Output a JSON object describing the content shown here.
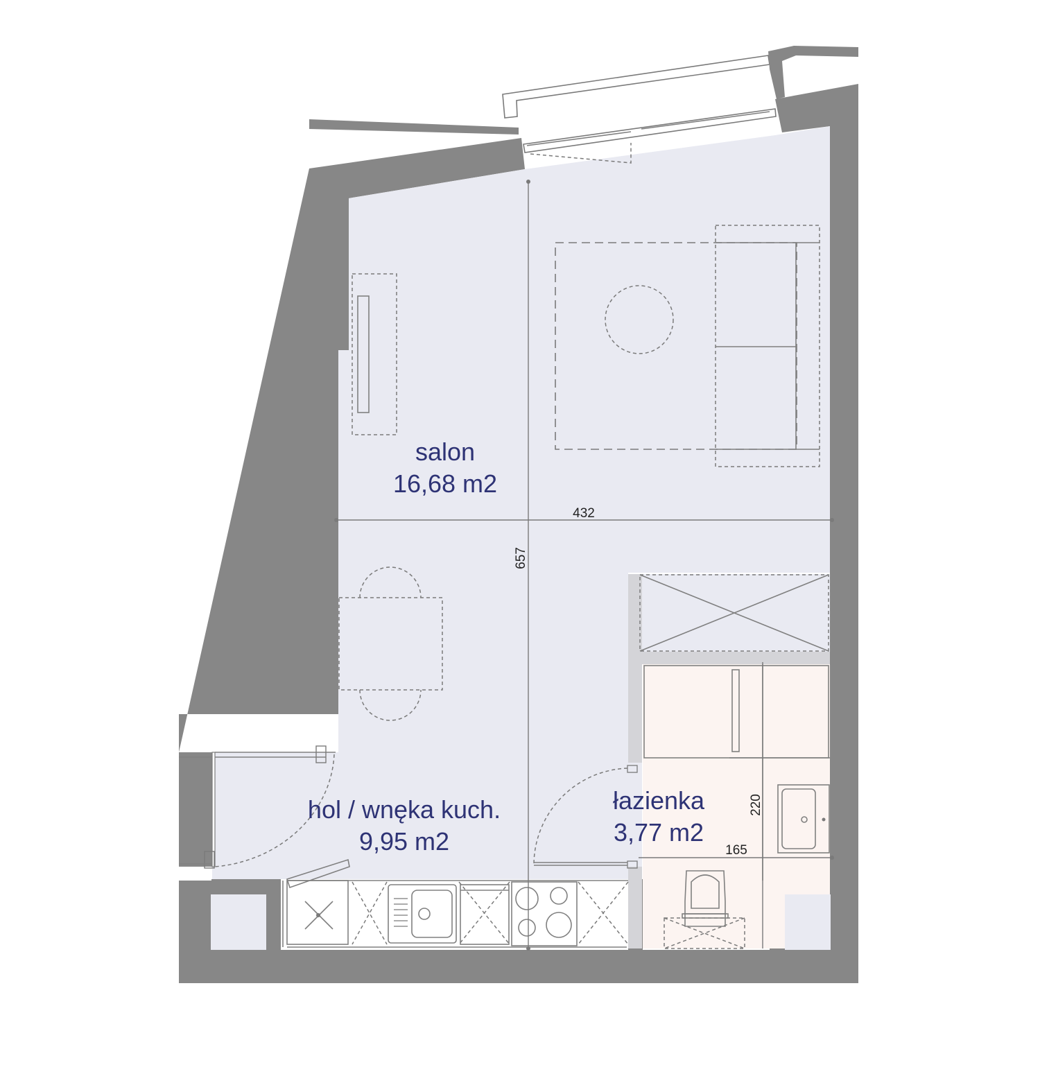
{
  "rooms": [
    {
      "name": "salon",
      "area": "16,68 m2"
    },
    {
      "name": "hol / wnęka kuch.",
      "area": "9,95 m2"
    },
    {
      "name": "łazienka",
      "area": "3,77 m2"
    }
  ],
  "dimensions": {
    "width_main": "432",
    "height_main": "657",
    "bath_height": "220",
    "bath_width": "165"
  },
  "colors": {
    "wall": "#878787",
    "floor": "#e9eaf2",
    "bathroom_floor": "#fcf4f1",
    "label": "#2e3375"
  }
}
